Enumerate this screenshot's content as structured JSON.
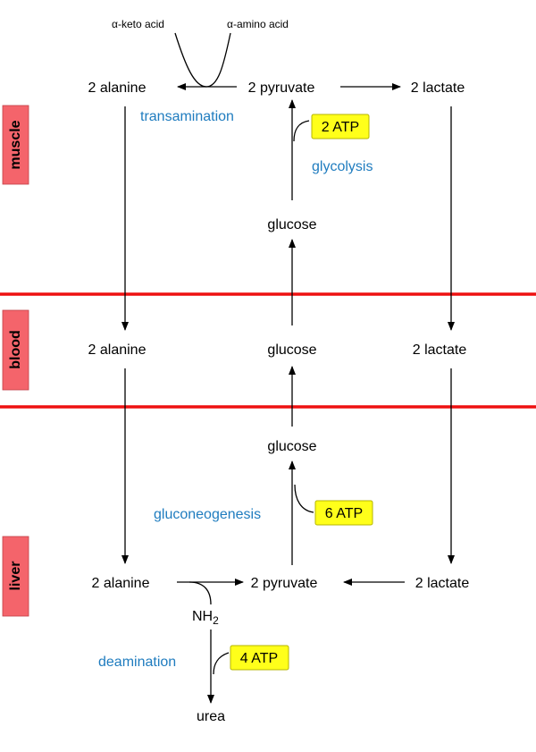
{
  "sections": {
    "muscle": "muscle",
    "blood": "blood",
    "liver": "liver"
  },
  "muscle": {
    "alpha_keto_acid": "keto acid",
    "alpha_amino_acid": "amino acid",
    "alpha_symbol": "α-",
    "alanine": "2 alanine",
    "pyruvate": "2 pyruvate",
    "lactate": "2 lactate",
    "glucose": "glucose",
    "transamination": "transamination",
    "glycolysis": "glycolysis",
    "atp": "2 ATP"
  },
  "blood": {
    "alanine": "2 alanine",
    "glucose": "glucose",
    "lactate": "2 lactate"
  },
  "liver": {
    "glucose": "glucose",
    "gluconeogenesis": "gluconeogenesis",
    "atp_gluconeogenesis": "6 ATP",
    "alanine": "2 alanine",
    "pyruvate": "2 pyruvate",
    "lactate": "2 lactate",
    "nh2_base": "NH",
    "nh2_sub": "2",
    "deamination": "deamination",
    "atp_deamination": "4 ATP",
    "urea": "urea"
  },
  "colors": {
    "section_fill": "#f4646b",
    "boundary": "#ee1111",
    "atp_fill": "#ffff1a",
    "process_text": "#1f7cbf"
  }
}
